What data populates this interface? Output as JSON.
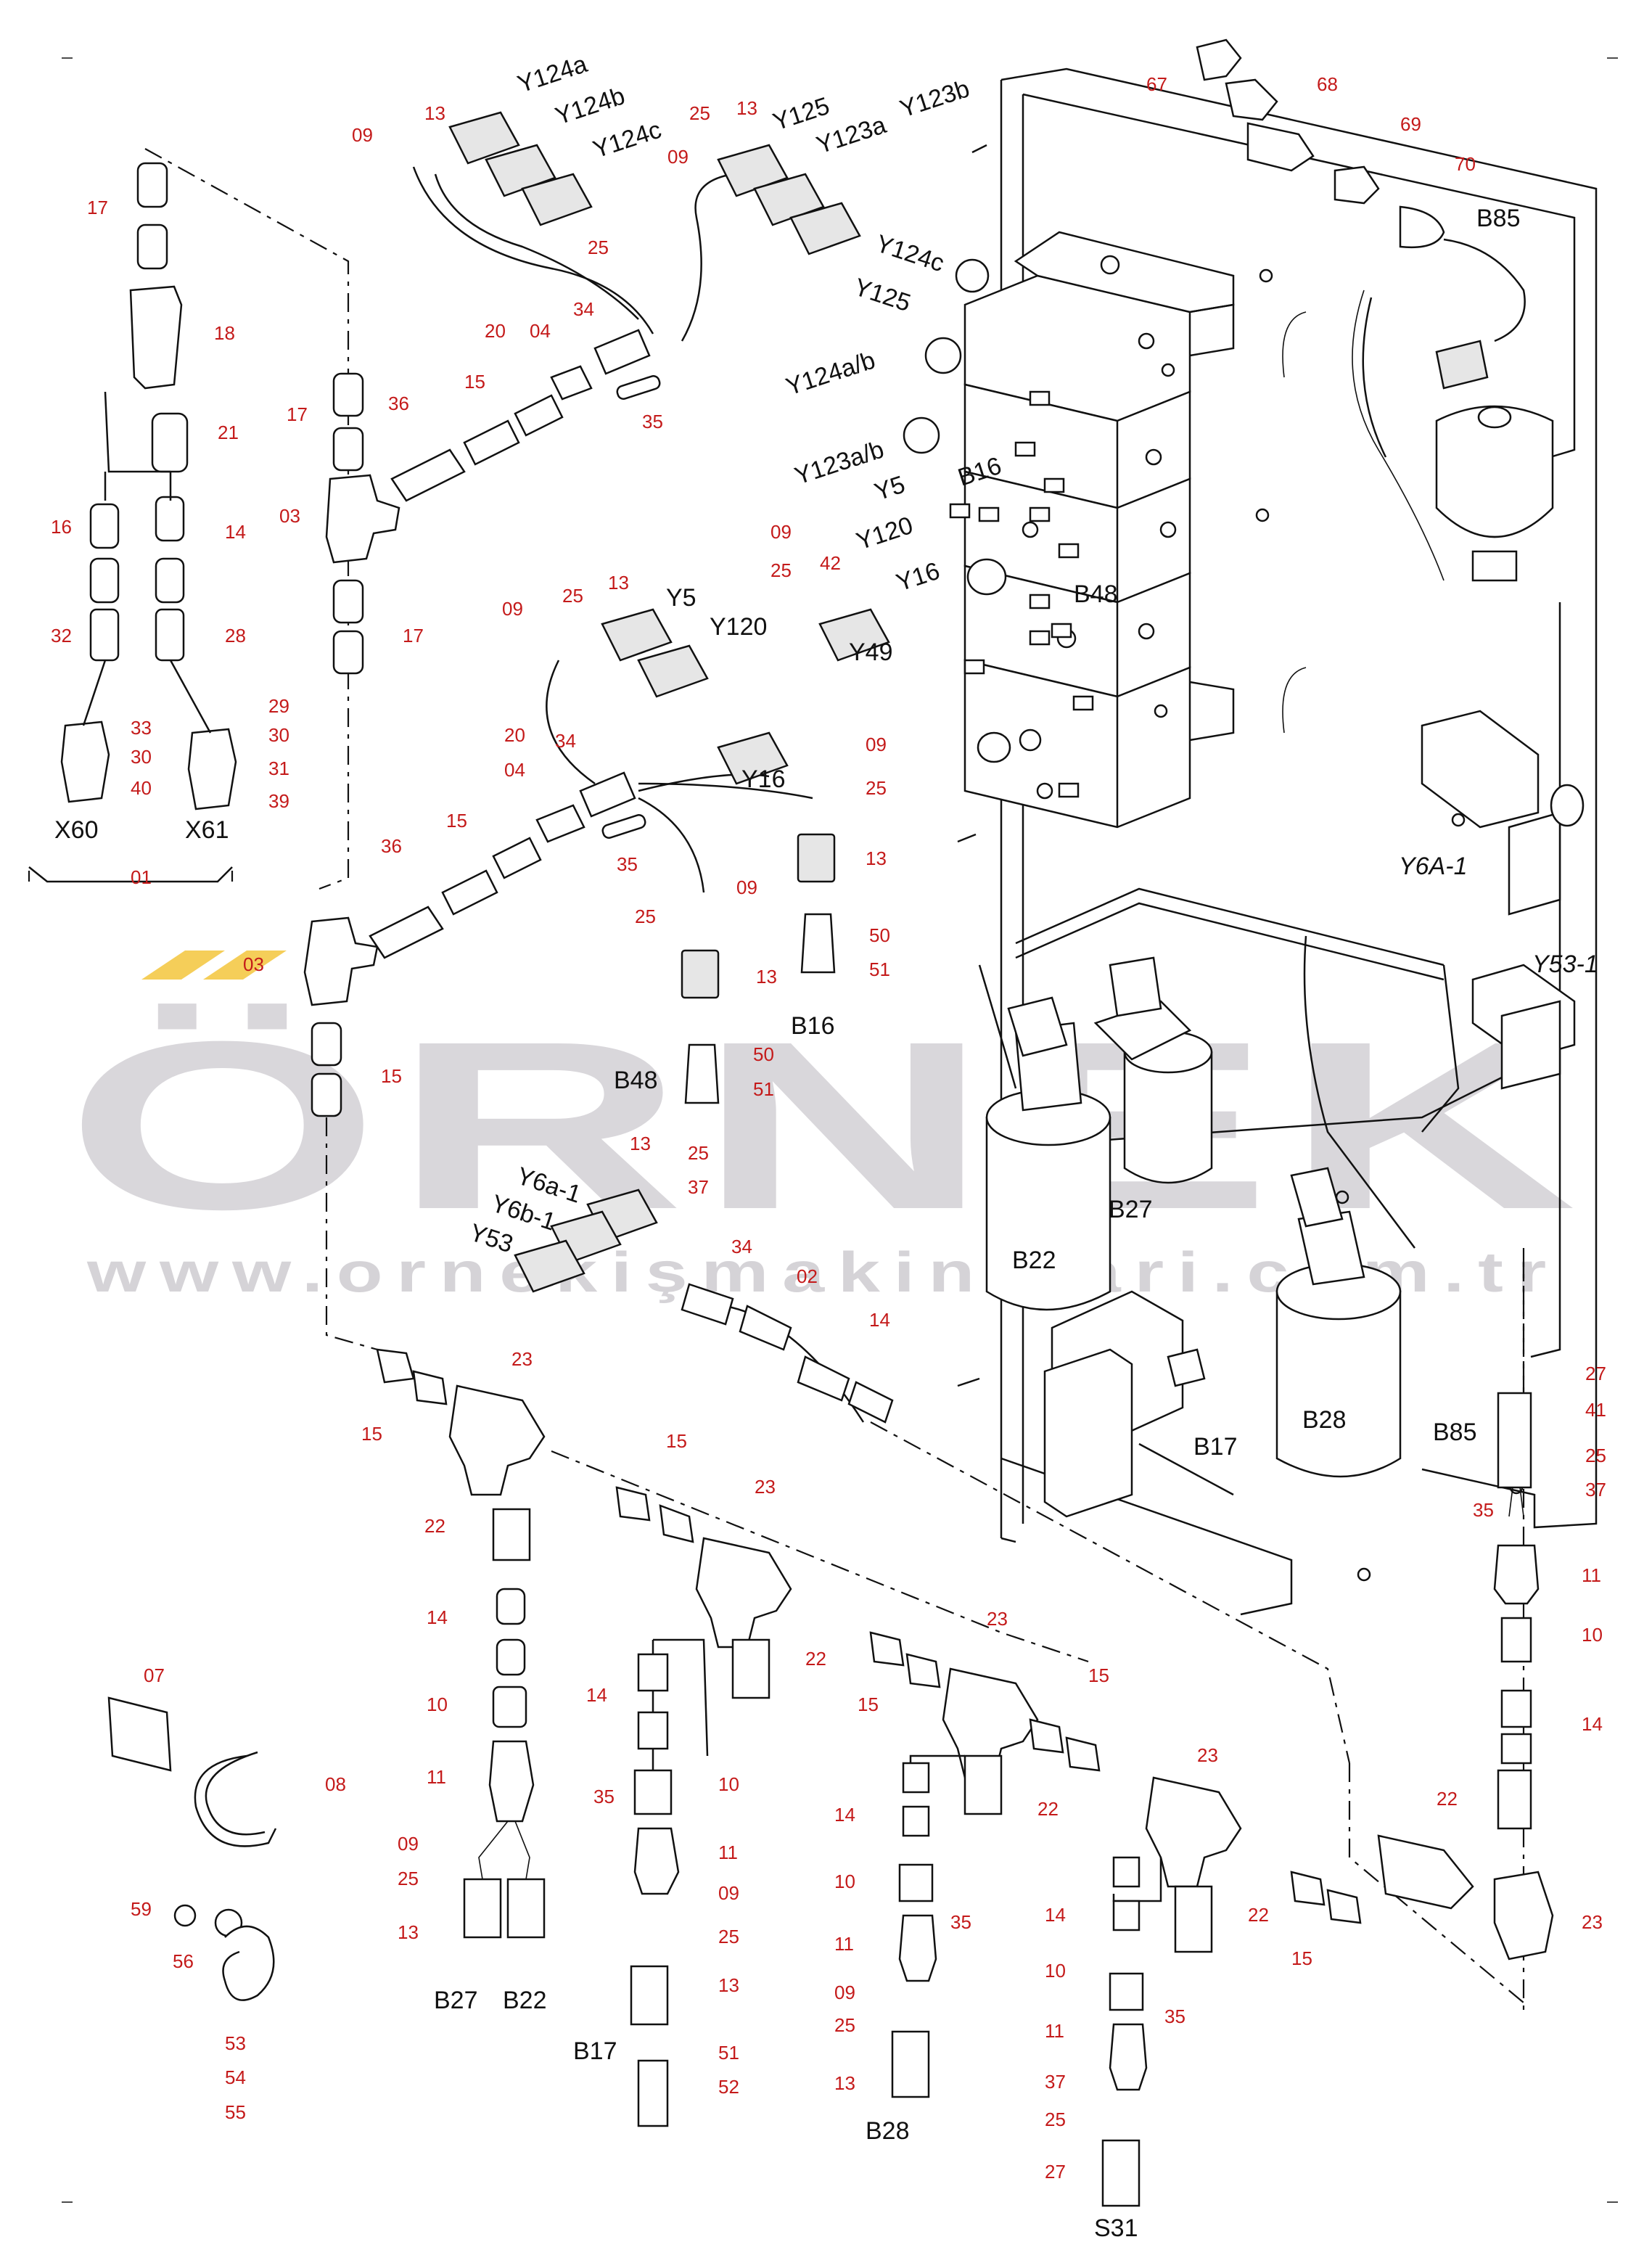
{
  "watermark": {
    "brand": "ÖRNEK",
    "url": "www.ornekişmakinalari.com.tr"
  },
  "accent_colors": {
    "part_number": "#c41a1a",
    "watermark": "#b9b6bd",
    "watermark_accent": "#f2c230"
  },
  "part_numbers": {
    "p13_a": "13",
    "p09_a": "09",
    "p25_a": "25",
    "p13_b": "13",
    "p25_b": "25",
    "p09_b": "09",
    "p67": "67",
    "p68": "68",
    "p69": "69",
    "p70": "70",
    "p17_a": "17",
    "p18": "18",
    "p17_b": "17",
    "p36_a": "36",
    "p20_a": "20",
    "p04_a": "04",
    "p34_a": "34",
    "p15_a": "15",
    "p35_a": "35",
    "p21": "21",
    "p16": "16",
    "p14_a": "14",
    "p03_a": "03",
    "p17_c": "17",
    "p32": "32",
    "p28": "28",
    "p33": "33",
    "p29": "29",
    "p30_a": "30",
    "p30_b": "30",
    "p31": "31",
    "p40": "40",
    "p39": "39",
    "p01": "01",
    "p09_c": "09",
    "p25_c": "25",
    "p13_c": "13",
    "p09_d": "09",
    "p25_d": "25",
    "p42": "42",
    "p20_b": "20",
    "p34_b": "34",
    "p04_b": "04",
    "p36_b": "36",
    "p15_b": "15",
    "p35_b": "35",
    "p09_e": "09",
    "p25_e": "25",
    "p09_f": "09",
    "p25_f": "25",
    "p13_d": "13",
    "p13_e": "13",
    "p50_a": "50",
    "p51_a": "51",
    "p03_b": "03",
    "p15_c": "15",
    "p50_b": "50",
    "p51_b": "51",
    "p13_f": "13",
    "p25_g": "25",
    "p37_a": "37",
    "p34_c": "34",
    "p02": "02",
    "p14_b": "14",
    "p23_a": "23",
    "p15_d": "15",
    "p15_e": "15",
    "p23_b": "23",
    "p22_a": "22",
    "p14_c": "14",
    "p10_a": "10",
    "p11_a": "11",
    "p09_g": "09",
    "p25_h": "25",
    "p13_g": "13",
    "p07": "07",
    "p08": "08",
    "p59": "59",
    "p56": "56",
    "p53": "53",
    "p54": "54",
    "p55": "55",
    "p22_b": "22",
    "p23_c": "23",
    "p15_f": "15",
    "p15_g": "15",
    "p14_d": "14",
    "p10_b": "10",
    "p35_c": "35",
    "p11_b": "11",
    "p09_h": "09",
    "p25_i": "25",
    "p13_h": "13",
    "p51_c": "51",
    "p52": "52",
    "p22_c": "22",
    "p14_e": "14",
    "p10_c": "10",
    "p35_d": "35",
    "p11_c": "11",
    "p09_i": "09",
    "p25_j": "25",
    "p13_i": "13",
    "p23_d": "23",
    "p22_d": "22",
    "p14_f": "14",
    "p10_d": "10",
    "p35_e": "35",
    "p11_d": "11",
    "p37_b": "37",
    "p25_k": "25",
    "p27_a": "27",
    "p15_h": "15",
    "p23_e": "23",
    "p22_e": "22",
    "p27_b": "27",
    "p41": "41",
    "p25_l": "25",
    "p37_c": "37",
    "p35_f": "35",
    "p11_e": "11",
    "p10_e": "10",
    "p14_g": "14"
  },
  "component_labels": {
    "y124a": "Y124a",
    "y124b": "Y124b",
    "y124c_top": "Y124c",
    "y125_top": "Y125",
    "y123a_top": "Y123a",
    "y123b": "Y123b",
    "y124c_valve": "Y124c",
    "y125_valve": "Y125",
    "y124ab": "Y124a/b",
    "y123ab": "Y123a/b",
    "y5_valve": "Y5",
    "b16_valve": "B16",
    "y120_valve": "Y120",
    "y16_valve": "Y16",
    "b48_valve": "B48",
    "b85_top": "B85",
    "y5": "Y5",
    "y120": "Y120",
    "y49": "Y49",
    "y16": "Y16",
    "b16": "B16",
    "b48": "B48",
    "x60": "X60",
    "x61": "X61",
    "y6a1_panel": "Y6A-1",
    "y53_1": "Y53-1",
    "y6a1": "Y6a-1",
    "y6b1": "Y6b-1",
    "y53": "Y53",
    "b27_filter": "B27",
    "b22_filter": "B22",
    "b28_filter": "B28",
    "b17_block": "B17",
    "b85_side": "B85",
    "b27": "B27",
    "b22": "B22",
    "b17": "B17",
    "b28": "B28",
    "s31": "S31"
  }
}
